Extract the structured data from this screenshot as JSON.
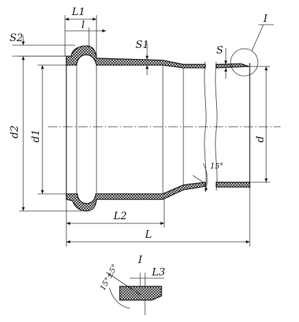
{
  "labels": {
    "l1": "L1",
    "l": "l",
    "s2": "S2",
    "s1": "S1",
    "s": "S",
    "detail_callout": "I",
    "d2": "d2",
    "d1": "d1",
    "d": "d",
    "angle": "15°",
    "l2": "L2",
    "L": "L",
    "detail_title": "I",
    "detail_angle": "15°±5°",
    "l3": "L3"
  }
}
